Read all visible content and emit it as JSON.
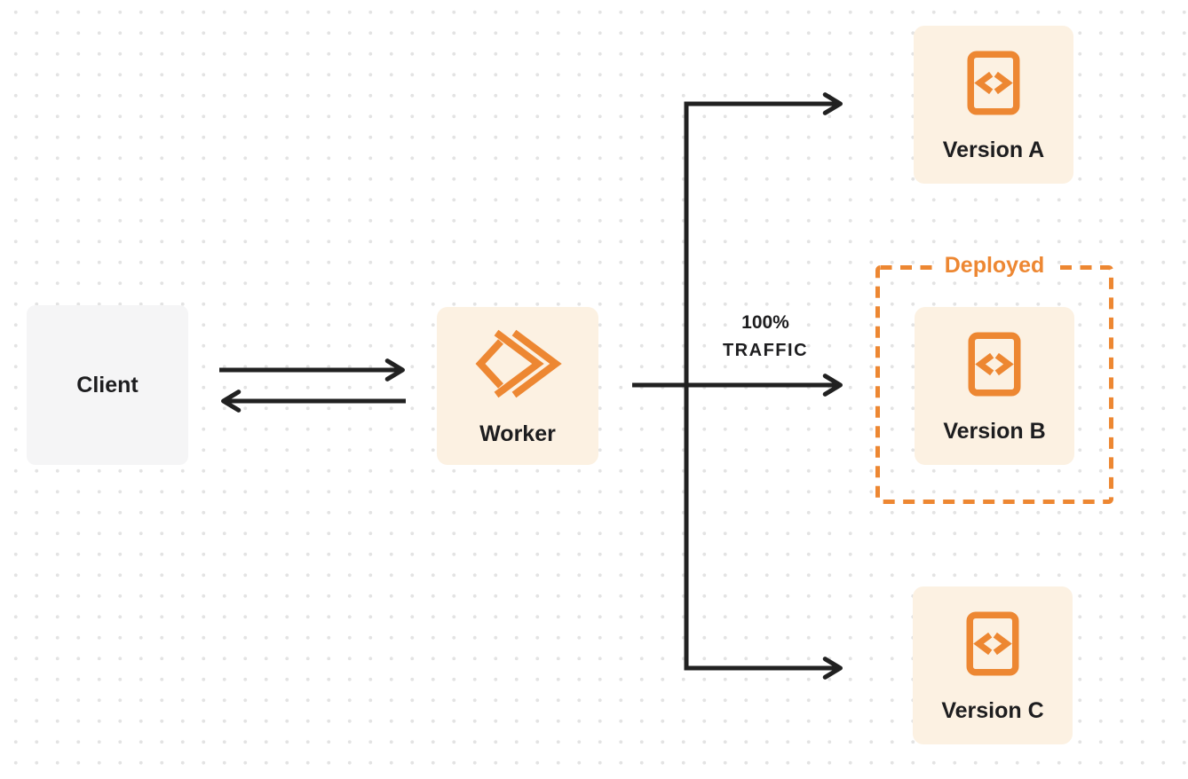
{
  "colors": {
    "accent_orange": "#ED8732",
    "node_fill_cream": "#FCF1E2",
    "client_fill_gray": "#F5F5F6",
    "arrow_black": "#212121",
    "text_dark": "#1D1D1F",
    "dot_grid": "#E3E3E3"
  },
  "nodes": {
    "client": {
      "label": "Client"
    },
    "worker": {
      "label": "Worker",
      "icon": "workers-logo-icon"
    },
    "version_a": {
      "label": "Version A",
      "icon": "code-file-icon"
    },
    "version_b": {
      "label": "Version B",
      "icon": "code-file-icon"
    },
    "version_c": {
      "label": "Version C",
      "icon": "code-file-icon"
    }
  },
  "deployed_group": {
    "label": "Deployed",
    "contains": "version_b"
  },
  "edges": [
    {
      "from": "client",
      "to": "worker",
      "direction": "both"
    },
    {
      "from": "worker",
      "to": "version_a"
    },
    {
      "from": "worker",
      "to": "version_b",
      "label_line1": "100%",
      "label_line2": "TRAFFIC"
    },
    {
      "from": "worker",
      "to": "version_c"
    }
  ]
}
